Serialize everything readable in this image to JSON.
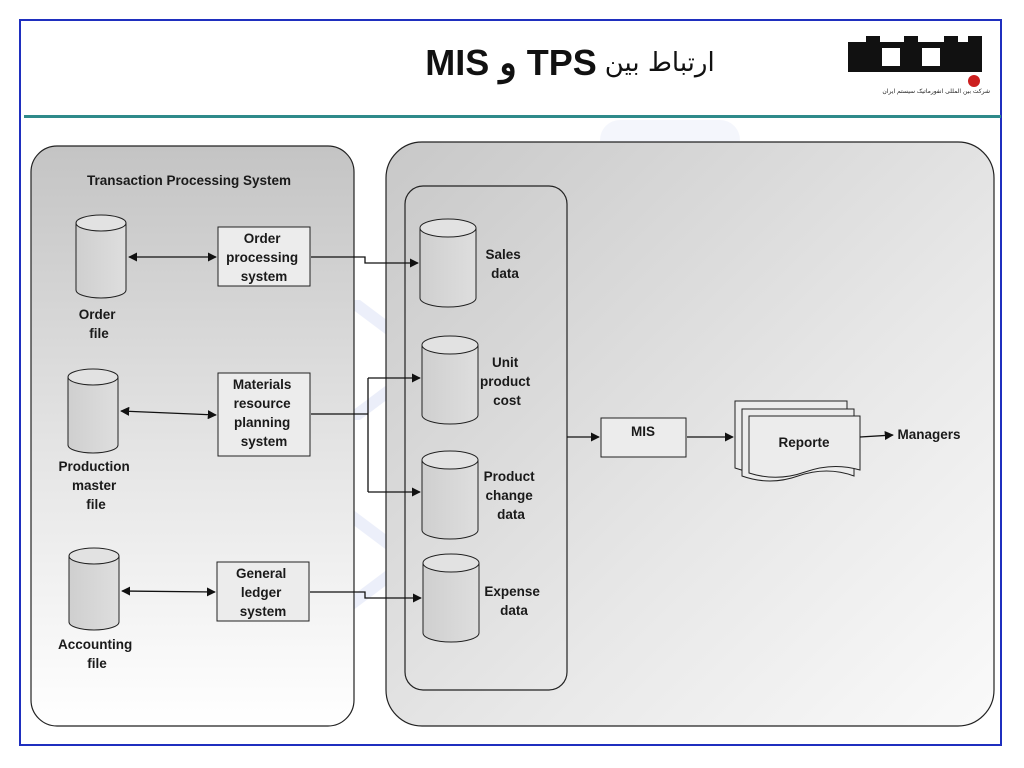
{
  "header": {
    "title_latin": "MIS و TPS",
    "title_persian": "ارتباط بین",
    "logo_caption": "شرکت بین المللی انفورماتیک سیستم ایران"
  },
  "diagram": {
    "tps_panel_title": "Transaction Processing System",
    "files": [
      {
        "lines": [
          "Order",
          "file"
        ]
      },
      {
        "lines": [
          "Production",
          "master",
          "file"
        ]
      },
      {
        "lines": [
          "Accounting",
          "file"
        ]
      }
    ],
    "systems": [
      {
        "lines": [
          "Order",
          "processing",
          "system"
        ]
      },
      {
        "lines": [
          "Materials",
          "resource",
          "planning",
          "system"
        ]
      },
      {
        "lines": [
          "General",
          "ledger",
          "system"
        ]
      }
    ],
    "data_stores": [
      {
        "lines": [
          "Sales",
          "data"
        ]
      },
      {
        "lines": [
          "Unit",
          "product",
          "cost"
        ]
      },
      {
        "lines": [
          "Product",
          "change",
          "data"
        ]
      },
      {
        "lines": [
          "Expense",
          "data"
        ]
      }
    ],
    "mis_label": "MIS",
    "report_label": "Reporte",
    "managers_label": "Managers"
  },
  "colors": {
    "frame_border": "#1f2fbf",
    "rule": "#2f8a8a",
    "logo_red": "#cc1f1f",
    "panel_top": "#c4c4c4",
    "panel_bottom": "#ffffff"
  }
}
